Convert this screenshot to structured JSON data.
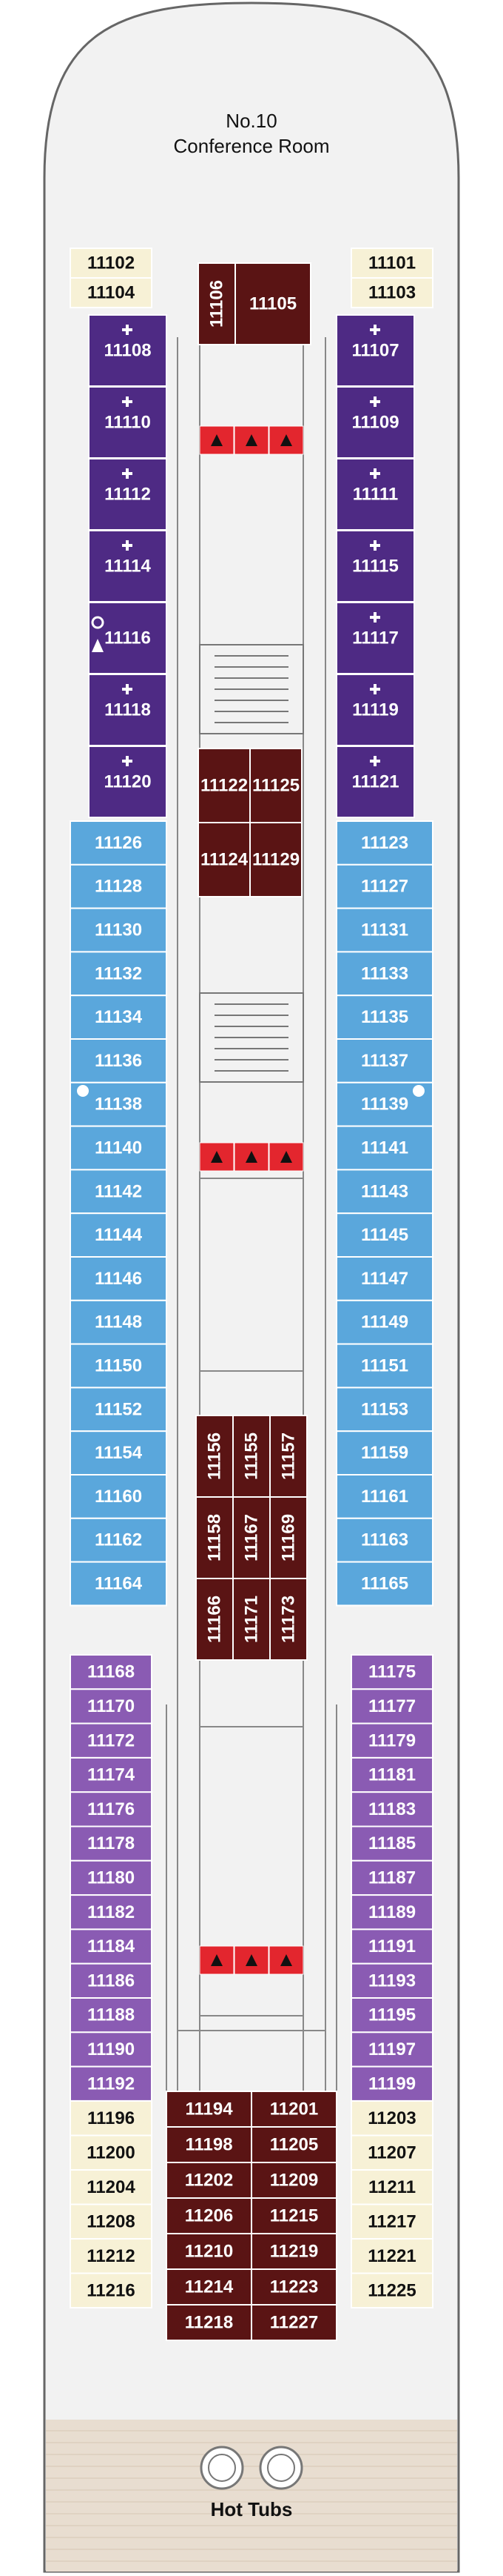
{
  "deck": {
    "conference_room": {
      "number": "No.10",
      "name": "Conference Room"
    },
    "hot_tubs_label": "Hot Tubs"
  },
  "colors": {
    "hull_fill": "#f2f2f2",
    "hull_stroke": "#666666",
    "deck_wood": "#e8ddd0",
    "violet": "#4e2a84",
    "blue": "#5aa7dc",
    "lilac": "#8a5bb3",
    "maroon": "#5a1414",
    "cream": "#f7f1d6",
    "elevator_red": "#e3262e",
    "text_light": "#ffffff",
    "text_dark": "#111111"
  },
  "cabins": {
    "cream_top": [
      "11102",
      "11104",
      "11101",
      "11103"
    ],
    "violet": [
      "11108",
      "11110",
      "11112",
      "11114",
      "11116",
      "11118",
      "11120",
      "11107",
      "11109",
      "11111",
      "11115",
      "11117",
      "11119",
      "11121"
    ],
    "blue": [
      "11126",
      "11128",
      "11130",
      "11132",
      "11134",
      "11136",
      "11138",
      "11140",
      "11142",
      "11144",
      "11146",
      "11148",
      "11150",
      "11152",
      "11154",
      "11160",
      "11162",
      "11164",
      "11123",
      "11127",
      "11131",
      "11133",
      "11135",
      "11137",
      "11139",
      "11141",
      "11143",
      "11145",
      "11147",
      "11149",
      "11151",
      "11153",
      "11159",
      "11161",
      "11163",
      "11165"
    ],
    "lilac": [
      "11168",
      "11170",
      "11172",
      "11174",
      "11176",
      "11178",
      "11180",
      "11182",
      "11184",
      "11186",
      "11188",
      "11190",
      "11192",
      "11175",
      "11177",
      "11179",
      "11181",
      "11183",
      "11185",
      "11187",
      "11189",
      "11191",
      "11193",
      "11195",
      "11197",
      "11199"
    ],
    "cream_aft": [
      "11196",
      "11200",
      "11204",
      "11208",
      "11212",
      "11216",
      "11203",
      "11207",
      "11211",
      "11217",
      "11221",
      "11225"
    ],
    "maroon": [
      "11106",
      "11105",
      "11122",
      "11125",
      "11124",
      "11129",
      "11156",
      "11155",
      "11157",
      "11158",
      "11167",
      "11169",
      "11166",
      "11171",
      "11173",
      "11194",
      "11201",
      "11198",
      "11205",
      "11202",
      "11209",
      "11206",
      "11215",
      "11210",
      "11219",
      "11214",
      "11223",
      "11218",
      "11227"
    ]
  },
  "icons": {
    "suite": "cross-icon",
    "accessible": "wheelchair-icon",
    "elevator": "elevator-triangle-icon",
    "stairs": "staircase-icon",
    "tub": "hot-tub-icon",
    "connecting": "connecting-cabin-icon",
    "sofabed": "sofa-bed-icon"
  }
}
